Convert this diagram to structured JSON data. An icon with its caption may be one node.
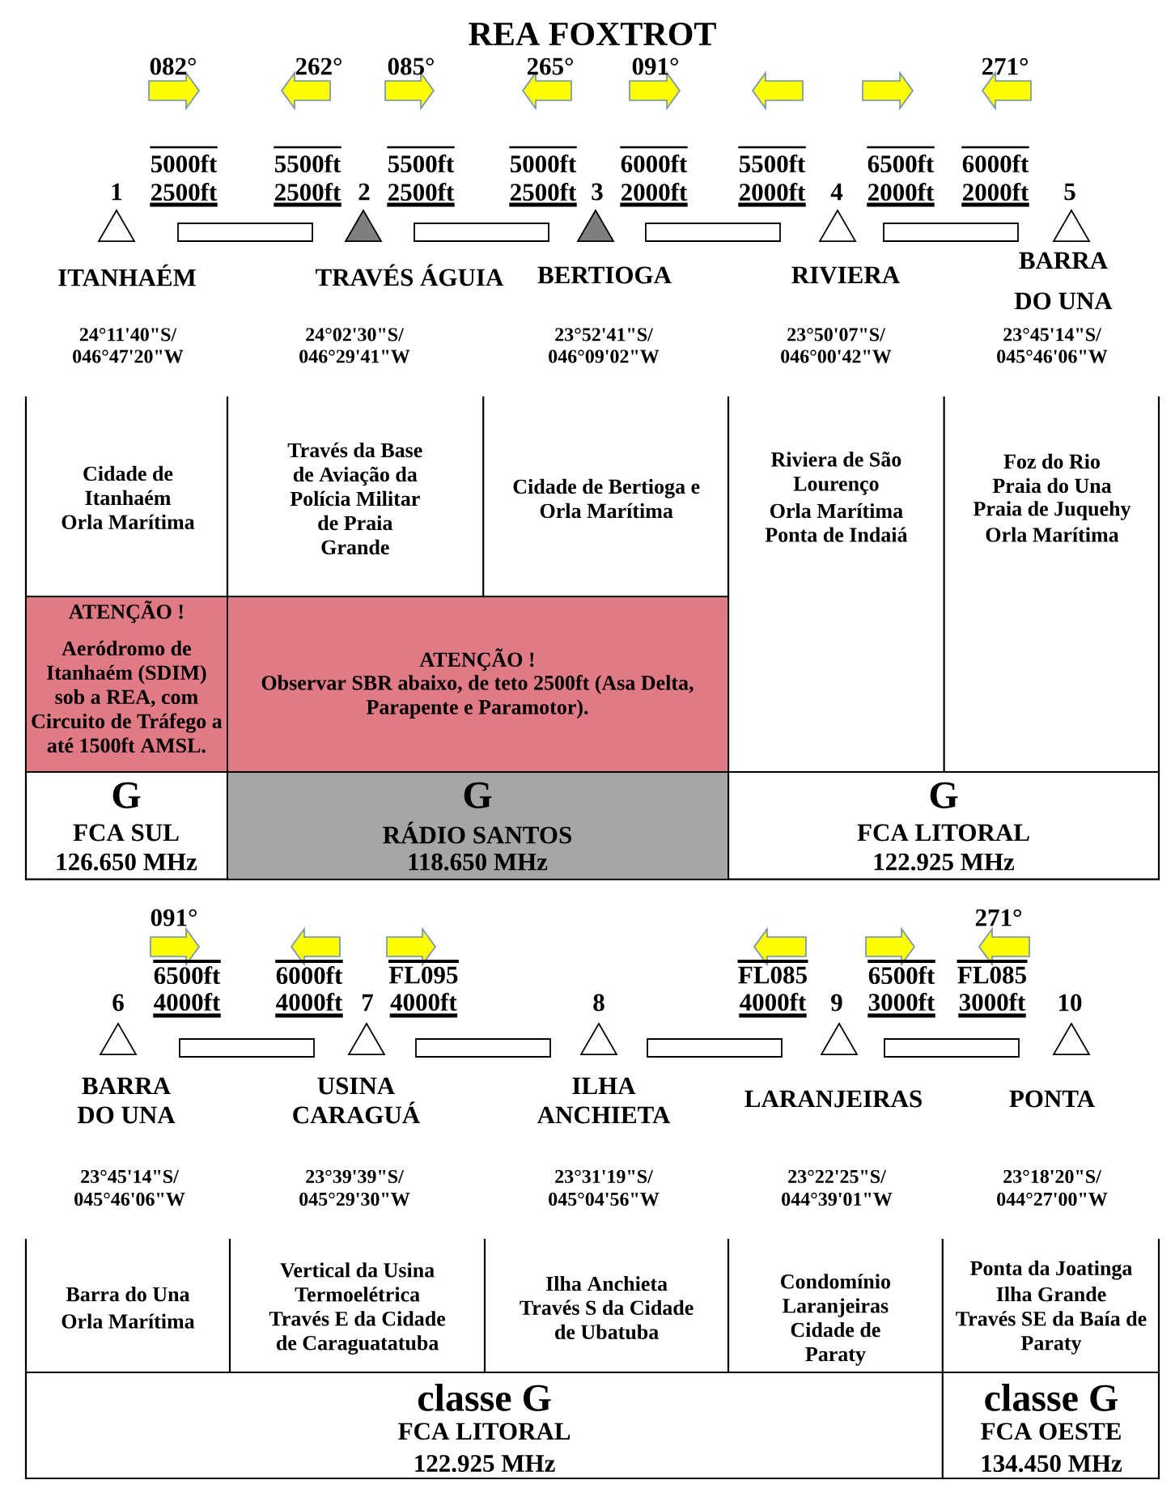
{
  "diagram": {
    "title": "REA FOXTROT",
    "nodes": [
      {
        "text": [
          "1"
        ],
        "beside": [
          "ITANHAÉM",
          "24°11'40\"S/ 046°47'20\"W"
        ]
      },
      {
        "text": [],
        "shape": "bar"
      },
      {
        "text": [
          "2"
        ],
        "beside": [
          "TRAVÉS ÁGUIA",
          "24°02'30\"S/ 046°29'41\"W"
        ]
      },
      {
        "text": [],
        "shape": "bar"
      },
      {
        "text": [
          "3"
        ],
        "beside": [
          "BERTIOGA",
          "23°52'41\"S/ 046°09'02\"W"
        ]
      },
      {
        "text": [],
        "shape": "bar"
      },
      {
        "text": [
          "4"
        ],
        "beside": [
          "RIVIERA",
          "23°50'07\"S/ 046°00'42\"W"
        ]
      },
      {
        "text": [],
        "shape": "bar"
      },
      {
        "text": [
          "5"
        ],
        "beside": [
          "BARRA DO UNA",
          "23°45'14\"S/ 045°46'06\"W"
        ]
      },
      {
        "text": [
          "6"
        ],
        "beside": [
          "BARRA DO UNA",
          "23°45'14\"S/ 045°46'06\"W"
        ]
      },
      {
        "text": [],
        "shape": "bar"
      },
      {
        "text": [
          "7"
        ],
        "beside": [
          "USINA CARAGUÁ",
          "23°39'39\"S/ 045°29'30\"W"
        ]
      },
      {
        "text": [],
        "shape": "bar"
      },
      {
        "text": [
          "8"
        ],
        "beside": [
          "ILHA ANCHIETA",
          "23°31'19\"S/ 045°04'56\"W"
        ]
      },
      {
        "text": [],
        "shape": "bar"
      },
      {
        "text": [
          "9"
        ],
        "beside": [
          "LARANJEIRAS",
          "23°22'25\"S/ 044°39'01\"W"
        ]
      },
      {
        "text": [],
        "shape": "bar"
      },
      {
        "text": [
          "10"
        ],
        "beside": [
          "PONTA",
          "23°18'20\"S/ 044°27'00\"W"
        ]
      }
    ],
    "labels": [
      "082°",
      "262°",
      "085°",
      "265°",
      "091°",
      "271°",
      "5000ft",
      "2500ft",
      "5500ft",
      "2500ft",
      "5500ft",
      "2500ft",
      "5000ft",
      "2500ft",
      "6000ft",
      "2000ft",
      "5500ft",
      "2000ft",
      "6500ft",
      "2000ft",
      "6000ft",
      "2000ft",
      "Cidade de Itanhaém",
      "Orla Marítima",
      "Través da Base de Aviação da Polícia Militar de Praia Grande",
      "Cidade de Bertioga e Orla Marítima",
      "Riviera de São Lourenço",
      "Orla Marítima",
      "Ponta de Indaiá",
      "Foz do Rio",
      "Praia do Una",
      "Praia de Juquehy",
      "Orla Marítima",
      "ATENÇÃO !",
      "Aeródromo de Itanhaém (SDIM) sob a REA, com Circuito de Tráfego a até 1500ft AMSL.",
      "ATENÇÃO !",
      "Observar SBR abaixo, de teto 2500ft (Asa Delta, Parapente e Paramotor).",
      "G",
      "FCA SUL",
      "126.650 MHz",
      "G",
      "RÁDIO SANTOS",
      "118.650 MHz",
      "G",
      "FCA LITORAL",
      "122.925 MHz",
      "091°",
      "271°",
      "6500ft",
      "4000ft",
      "6000ft",
      "4000ft",
      "FL095",
      "4000ft",
      "FL085",
      "4000ft",
      "6500ft",
      "3000ft",
      "FL085",
      "3000ft",
      "Barra do Una",
      "Orla Marítima",
      "Vertical da Usina Termoelétrica",
      "Través E da Cidade de Caraguatatuba",
      "Ilha Anchieta",
      "Través S da Cidade de Ubatuba",
      "Condomínio Laranjeiras",
      "Cidade de Paraty",
      "Ponta da Joatinga",
      "Ilha Grande",
      "Través SE da Baía de Paraty",
      "classe G",
      "FCA LITORAL",
      "122.925 MHz",
      "classe G",
      "FCA OESTE",
      "134.450 MHz"
    ]
  }
}
